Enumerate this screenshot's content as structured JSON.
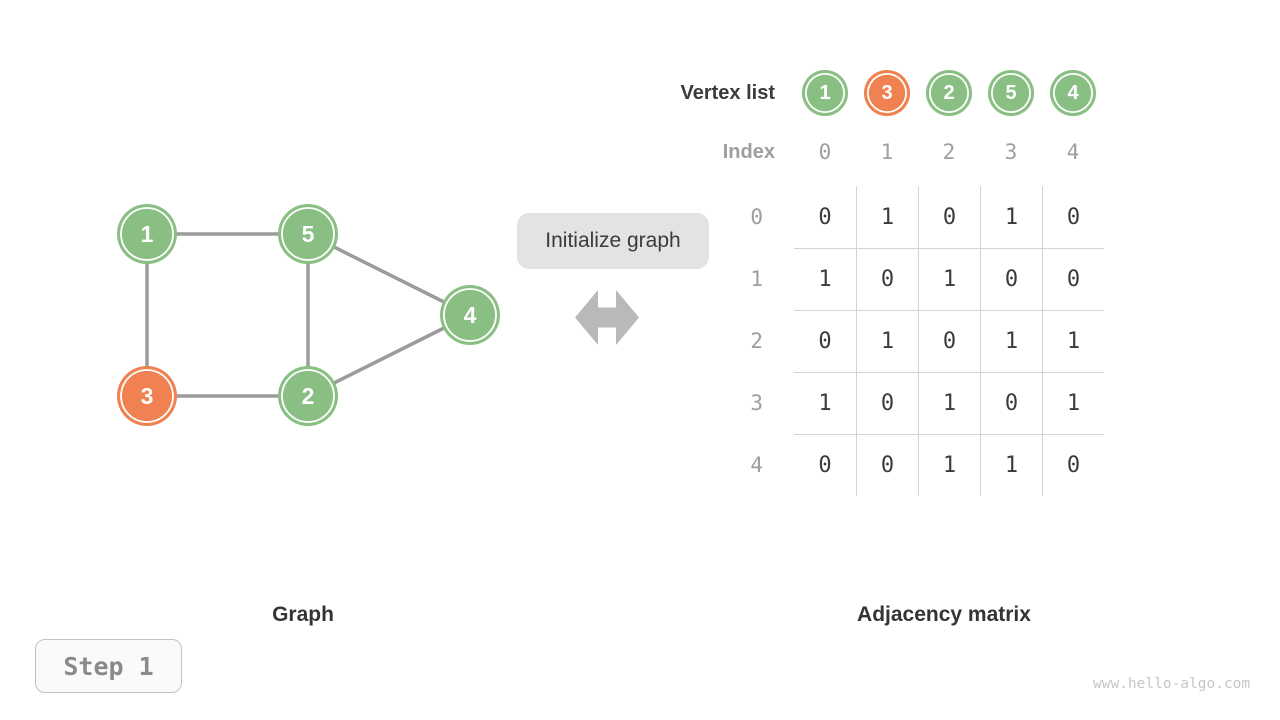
{
  "figure": {
    "step_label": "Step 1",
    "watermark": "www.hello-algo.com"
  },
  "callout": {
    "label": "Initialize graph"
  },
  "graph": {
    "caption": "Graph",
    "vertices": [
      {
        "label": "1",
        "color": "green"
      },
      {
        "label": "5",
        "color": "green"
      },
      {
        "label": "4",
        "color": "green"
      },
      {
        "label": "3",
        "color": "orange"
      },
      {
        "label": "2",
        "color": "green"
      }
    ],
    "edges": [
      [
        "1",
        "5"
      ],
      [
        "1",
        "3"
      ],
      [
        "5",
        "2"
      ],
      [
        "5",
        "4"
      ],
      [
        "3",
        "2"
      ],
      [
        "2",
        "4"
      ]
    ]
  },
  "adjacency": {
    "caption": "Adjacency matrix",
    "vertex_list_label": "Vertex list",
    "index_label": "Index",
    "vertex_list": [
      {
        "label": "1",
        "color": "green"
      },
      {
        "label": "3",
        "color": "orange"
      },
      {
        "label": "2",
        "color": "green"
      },
      {
        "label": "5",
        "color": "green"
      },
      {
        "label": "4",
        "color": "green"
      }
    ],
    "indices": [
      "0",
      "1",
      "2",
      "3",
      "4"
    ],
    "row_labels": [
      "0",
      "1",
      "2",
      "3",
      "4"
    ],
    "rows": [
      [
        "0",
        "1",
        "0",
        "1",
        "0"
      ],
      [
        "1",
        "0",
        "1",
        "0",
        "0"
      ],
      [
        "0",
        "1",
        "0",
        "1",
        "1"
      ],
      [
        "1",
        "0",
        "1",
        "0",
        "1"
      ],
      [
        "0",
        "0",
        "1",
        "1",
        "0"
      ]
    ]
  },
  "colors": {
    "green": "#8abf83",
    "orange": "#f08150",
    "edge_gray": "#9b9b9b",
    "muted_gray": "#9e9e9e",
    "dark_text": "#3b3b3b",
    "grid_line": "#d4d4d4",
    "arrow_gray": "#b9b9b9",
    "callout_bg": "#e3e3e3"
  }
}
